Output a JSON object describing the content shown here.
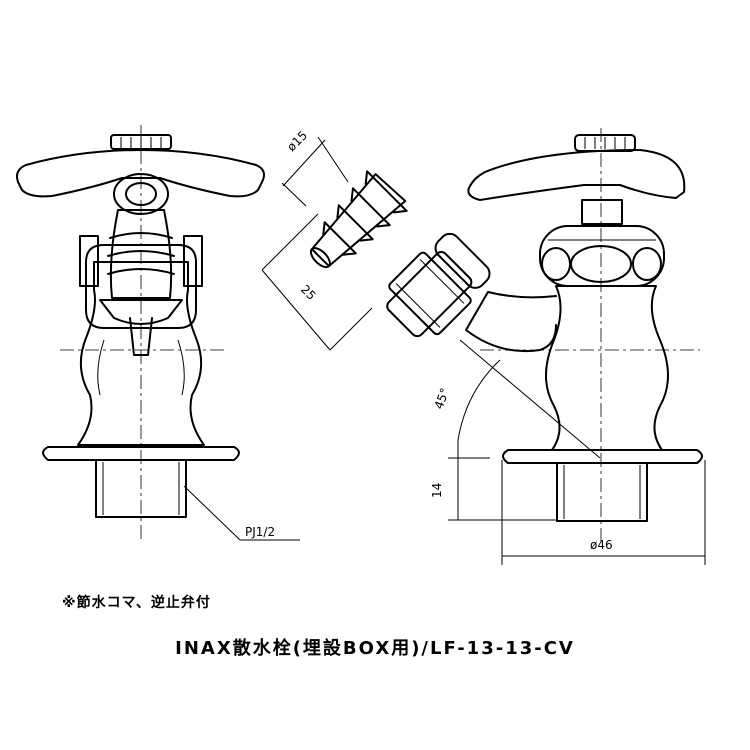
{
  "labels": {
    "pipe_thread": "PJ1/2",
    "hose_diameter": "ø15",
    "offset_25": "25",
    "angle": "45°",
    "height_14": "14",
    "flange_diameter": "ø46"
  },
  "note": "※節水コマ、逆止弁付",
  "title": "INAX散水栓(埋設BOX用)/LF-13-13-CV"
}
